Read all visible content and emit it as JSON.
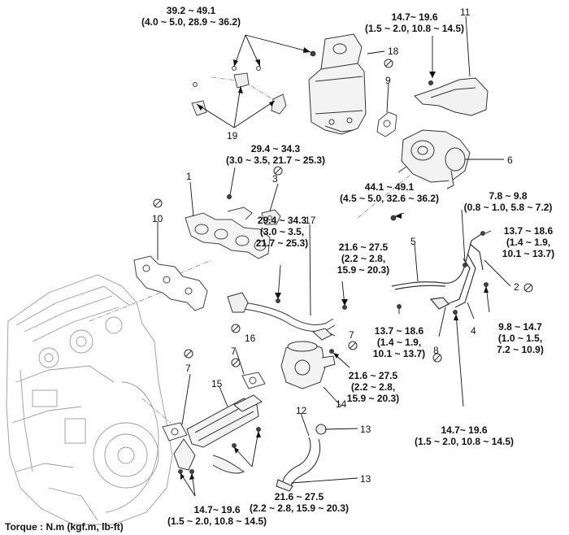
{
  "torque_note": "Torque : N.m (kgf.m, lb-ft)",
  "part_numbers": {
    "p1": "1",
    "p2": "2",
    "p3": "3",
    "p4": "4",
    "p5": "5",
    "p6": "6",
    "p7a": "7",
    "p7b": "7",
    "p7c": "7",
    "p8": "8",
    "p9": "9",
    "p10": "10",
    "p11": "11",
    "p12": "12",
    "p13a": "13",
    "p13b": "13",
    "p14": "14",
    "p15": "15",
    "p16": "16",
    "p17": "17",
    "p18": "18",
    "p19": "19"
  },
  "torque_specs": {
    "t_top_left": {
      "l1": "39.2 ~ 49.1",
      "l2": "(4.0 ~ 5.0, 28.9 ~ 36.2)"
    },
    "t_top_right": {
      "l1": "14.7~ 19.6",
      "l2": "(1.5 ~ 2.0, 10.8 ~ 14.5)"
    },
    "t_manifold": {
      "l1": "29.4 ~ 34.3",
      "l2": "(3.0 ~ 3.5, 21.7 ~ 25.3)"
    },
    "t_turbo": {
      "l1": "44.1 ~ 49.1",
      "l2": "(4.5 ~ 5.0, 32.6 ~ 36.2)"
    },
    "t_oil_a": {
      "l1": "7.8 ~ 9.8",
      "l2": "(0.8 ~ 1.0, 5.8 ~ 7.2)"
    },
    "t_oil_b": {
      "l1": "13.7 ~ 18.6",
      "l2": "(1.4 ~ 1.9,",
      "l3": "10.1 ~ 13.7)"
    },
    "t_pipe": {
      "l1": "29.4 ~ 34.3",
      "l2": "(3.0 ~ 3.5,",
      "l3": "21.7 ~ 25.3)"
    },
    "t_egr_upper": {
      "l1": "21.6 ~ 27.5",
      "l2": "(2.2 ~ 2.8,",
      "l3": "15.9 ~ 20.3)"
    },
    "t_oil_c": {
      "l1": "13.7 ~ 18.6",
      "l2": "(1.4 ~ 1.9,",
      "l3": "10.1 ~ 13.7)"
    },
    "t_oil_d": {
      "l1": "9.8 ~ 14.7",
      "l2": "(1.0 ~ 1.5,",
      "l3": "7.2 ~ 10.9)"
    },
    "t_egr_valve": {
      "l1": "21.6 ~ 27.5",
      "l2": "(2.2 ~ 2.8,",
      "l3": "15.9 ~ 20.3)"
    },
    "t_hose": {
      "l1": "14.7~ 19.6",
      "l2": "(1.5 ~ 2.0, 10.8 ~ 14.5)"
    },
    "t_cooler_left": {
      "l1": "14.7~ 19.6",
      "l2": "(1.5 ~ 2.0, 10.8 ~ 14.5)"
    },
    "t_cooler_bottom": {
      "l1": "21.6 ~ 27.5",
      "l2": "(2.2 ~ 2.8, 15.9 ~ 20.3)"
    }
  }
}
